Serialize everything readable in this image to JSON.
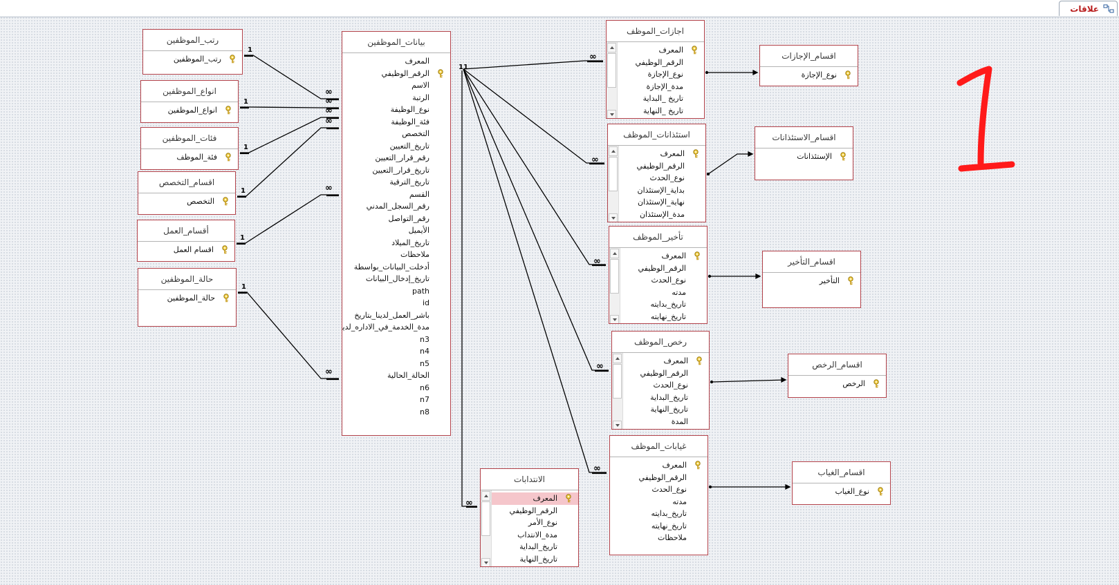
{
  "tab": {
    "label": "علاقات"
  },
  "tables": {
    "ranks": {
      "title": "رتب_الموظفين",
      "fields": [
        "رتب_الموظفين"
      ],
      "pk": [
        0
      ]
    },
    "types": {
      "title": "انواع_الموظفين",
      "fields": [
        "انواع_الموظفين"
      ],
      "pk": [
        0
      ]
    },
    "categories": {
      "title": "فئات_الموظفين",
      "fields": [
        "فئة_الموظف"
      ],
      "pk": [
        0
      ]
    },
    "specialty": {
      "title": "اقسام_التخصص",
      "fields": [
        "التخصص"
      ],
      "pk": [
        0
      ]
    },
    "work": {
      "title": "أقسام_العمل",
      "fields": [
        "اقسام العمل"
      ],
      "pk": [
        0
      ]
    },
    "status": {
      "title": "حالة_الموظفين",
      "fields": [
        "حالة_الموظفين"
      ],
      "pk": [
        0
      ]
    },
    "employees": {
      "title": "بيانات_الموظفين",
      "fields": [
        "المعرف",
        "الرقم_الوظيفي",
        "الاسم",
        "الرتبة",
        "نوع_الوظيفة",
        "فئة_الوظيفة",
        "التخصص",
        "تاريخ_التعيين",
        "رقم_قرار_التعيين",
        "تاريخ_قرار_التعيين",
        "تاريخ_الترقية",
        "القسم",
        "رقم_السجل_المدني",
        "رقم_التواصل",
        "الأيميل",
        "تاريخ_الميلاد",
        "ملاحظات",
        "أدخلت_البيانات_بواسطة",
        "تاريخ_إدخال_البيانات",
        "path",
        "id",
        "باشر_العمل_لدينا_بتاريخ",
        "مدة_الخدمة_في_الاداره_لدينا",
        "n3",
        "n4",
        "n5",
        "الحالة_الحالية",
        "n6",
        "n7",
        "n8"
      ],
      "pk": [
        1
      ]
    },
    "leaves": {
      "title": "اجازات_الموظف",
      "fields": [
        "المعرف",
        "الرقم_الوظيفي",
        "نوع_الإجازة",
        "مدة_الإجازة",
        "تاريخ _البداية",
        "تاريخ _النهاية"
      ],
      "pk": [
        0
      ]
    },
    "leave_types": {
      "title": "اقسام_الإجازات",
      "fields": [
        "نوع_الإجازة"
      ],
      "pk": [
        0
      ]
    },
    "permissions": {
      "title": "استئذانات_الموظف",
      "fields": [
        "المعرف",
        "الرقم_الوظيفي",
        "نوع_الحدث",
        "بداية_الإستئذان",
        "نهاية_الإستئذان",
        "مدة_الإستئذان"
      ],
      "pk": [
        0
      ]
    },
    "permission_types": {
      "title": "اقسام_الاستئذانات",
      "fields": [
        "الإستئذانات"
      ],
      "pk": [
        0
      ]
    },
    "delays": {
      "title": "تأخير_الموظف",
      "fields": [
        "المعرف",
        "الرقم_الوظيفي",
        "نوع_الحدث",
        "مدته",
        "تاريخ_بدايته",
        "تاريخ_نهايته"
      ],
      "pk": [
        0
      ]
    },
    "delay_types": {
      "title": "اقسام_التأخير",
      "fields": [
        "التأخير"
      ],
      "pk": [
        0
      ]
    },
    "licenses": {
      "title": "رخص_الموظف",
      "fields": [
        "المعرف",
        "الرقم_الوظيفي",
        "نوع_الحدث",
        "تاريخ_البداية",
        "تاريخ_النهاية",
        "المدة"
      ],
      "pk": [
        0
      ]
    },
    "license_types": {
      "title": "اقسام_الرخص",
      "fields": [
        "الرخص"
      ],
      "pk": [
        0
      ]
    },
    "absences": {
      "title": "غيابات_الموظف",
      "fields": [
        "المعرف",
        "الرقم_الوظيفي",
        "نوع_الحدث",
        "مدته",
        "تاريخ_بدايته",
        "تاريخ_نهايته",
        "ملاحظات"
      ],
      "pk": [
        0
      ]
    },
    "absence_types": {
      "title": "اقسام_الغياب",
      "fields": [
        "نوع_الغياب"
      ],
      "pk": [
        0
      ]
    },
    "assignments": {
      "title": "الانتدابات",
      "fields": [
        "المعرف",
        "الرقم_الوظيفي",
        "نوع_الأمر",
        "مدة_الانتداب",
        "تاريخ_البداية",
        "تاريخ_النهاية"
      ],
      "pk": [
        0
      ]
    }
  },
  "relationships": {
    "one_label": "1",
    "many_label": "∞"
  },
  "annotation": {
    "color": "#ff1a1a"
  }
}
